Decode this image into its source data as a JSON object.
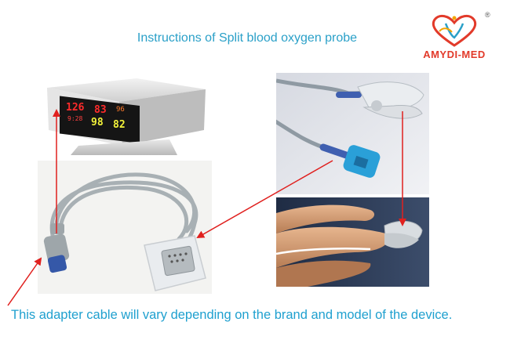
{
  "header": {
    "title": "Instructions of Split blood oxygen probe"
  },
  "brand": {
    "logo_text": "AMYDI-MED",
    "registered_mark": "®",
    "accent": "#e23a2a",
    "heart_color": "#e23a2a",
    "secondary": "#2aa0c8"
  },
  "monitor": {
    "reading_1": "126",
    "reading_2": "83",
    "reading_3": "96",
    "reading_4": "98",
    "reading_5": "82",
    "reading_6": "9:28"
  },
  "footer": {
    "caption": "This adapter cable will vary depending on the brand and model of the device."
  },
  "colors": {
    "text": "#2aa0c8",
    "arrow": "#e0201e"
  }
}
